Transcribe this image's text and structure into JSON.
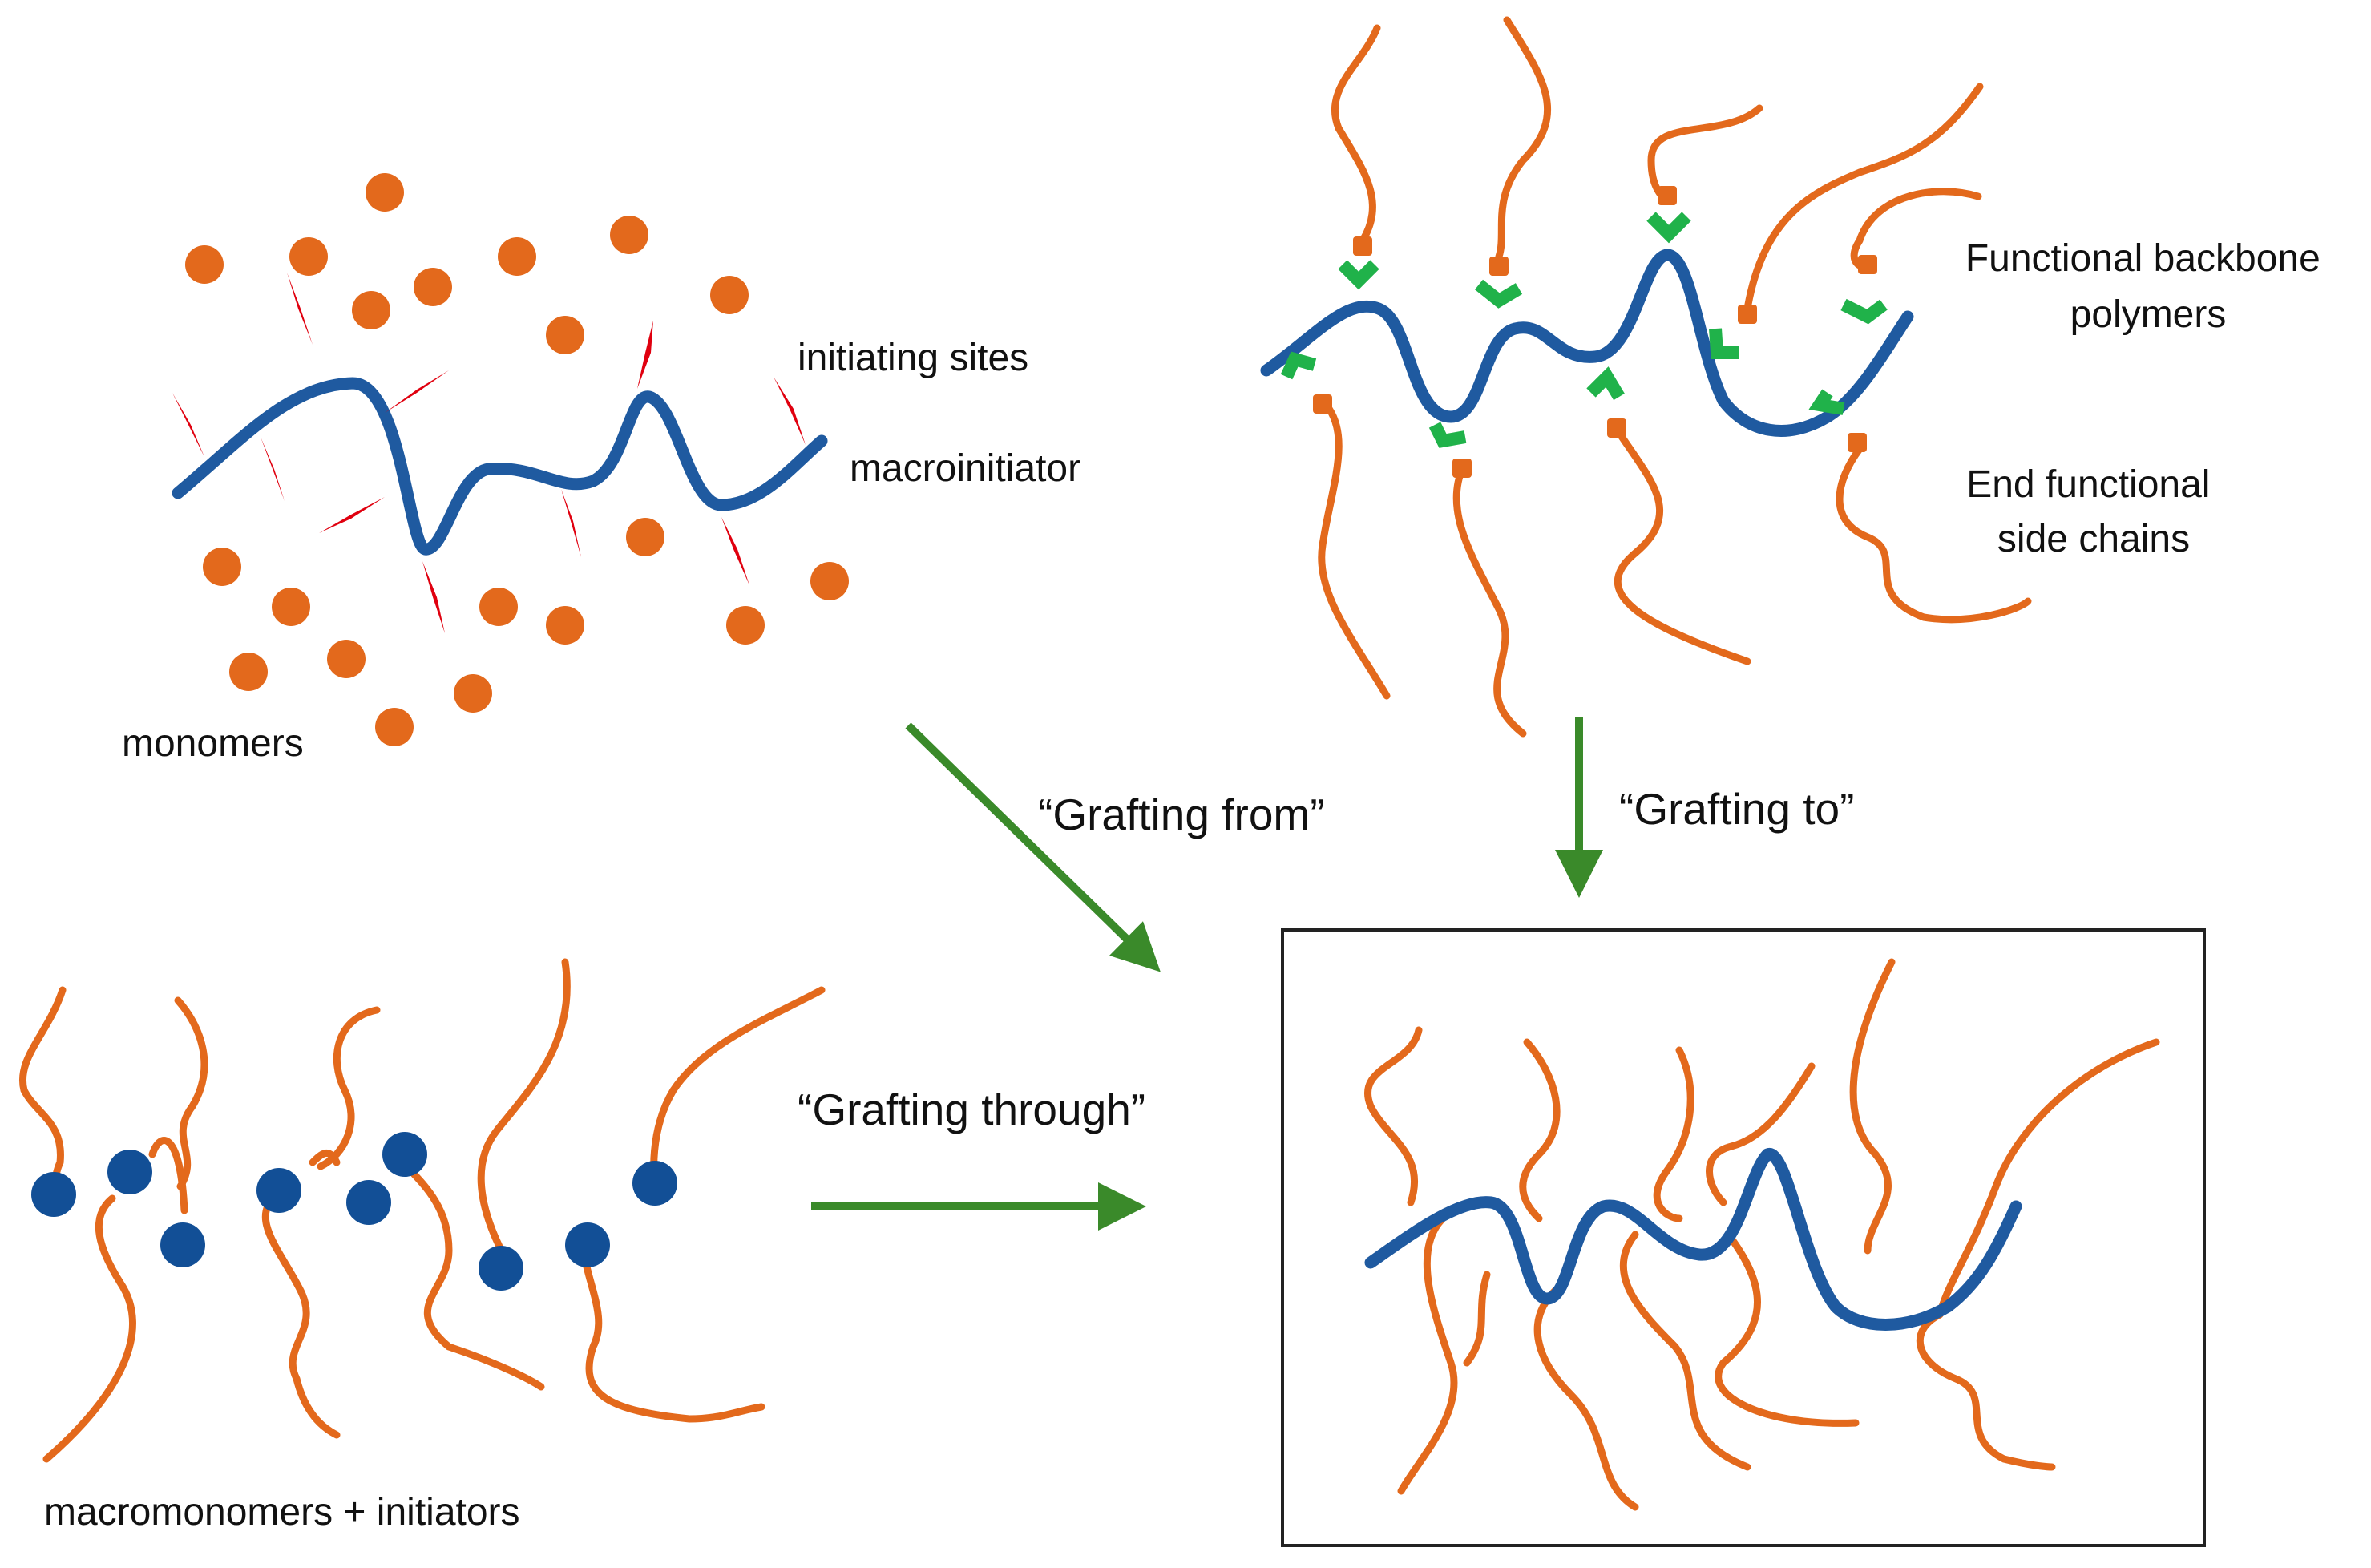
{
  "colors": {
    "backbone": "#1f5aa0",
    "side_chain": "#e3691c",
    "monomer": "#e3691c",
    "initiator_site": "#e0000f",
    "macromonomer_end": "#124f96",
    "functional_group": "#20b24a",
    "arrow": "#3a8a2a",
    "box": "#222222"
  },
  "panels": {
    "grafting_from": {
      "monomers_label": "monomers",
      "initiating_sites_label": "initiating sites",
      "macroinitiator_label": "macroinitiator"
    },
    "grafting_to": {
      "functional_backbone_label_line1": "Functional backbone",
      "functional_backbone_label_line2": "polymers",
      "end_functional_label_line1": "End functional",
      "end_functional_label_line2": "side chains"
    },
    "grafting_through": {
      "macromonomers_label": "macromonomers + initiators"
    }
  },
  "arrows": {
    "grafting_from": "“Grafting from”",
    "grafting_to": "“Grafting to”",
    "grafting_through": "“Grafting through”"
  }
}
